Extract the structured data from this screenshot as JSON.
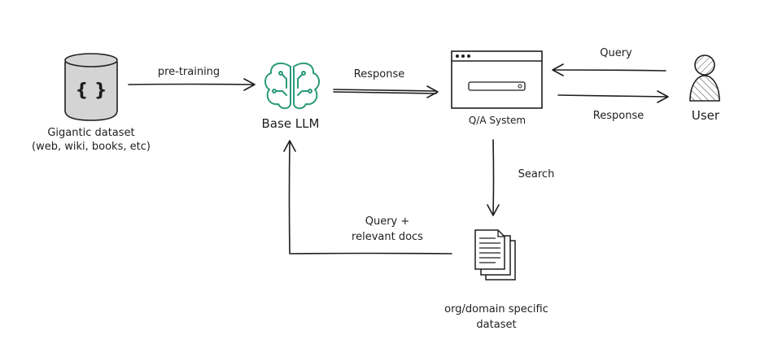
{
  "nodes": {
    "dataset": {
      "line1": "Gigantic dataset",
      "line2": "(web, wiki, books, etc)",
      "icon_text": "{ }"
    },
    "llm": {
      "label": "Base LLM"
    },
    "qa": {
      "label": "Q/A System"
    },
    "user": {
      "label": "User"
    },
    "org": {
      "line1": "org/domain specific",
      "line2": "dataset"
    }
  },
  "edges": {
    "pretraining": "pre-training",
    "response_llm_qa": "Response",
    "query_user_qa": "Query",
    "response_qa_user": "Response",
    "search": "Search",
    "query_docs_line1": "Query +",
    "query_docs_line2": "relevant docs"
  },
  "colors": {
    "ink": "#1e1e1e",
    "cylinder_fill": "#d4d4d4",
    "brain": "#2b9a7a",
    "hatch": "#555555"
  },
  "icons": [
    "database-icon",
    "brain-circuit-icon",
    "browser-window-icon",
    "user-icon",
    "documents-icon"
  ]
}
